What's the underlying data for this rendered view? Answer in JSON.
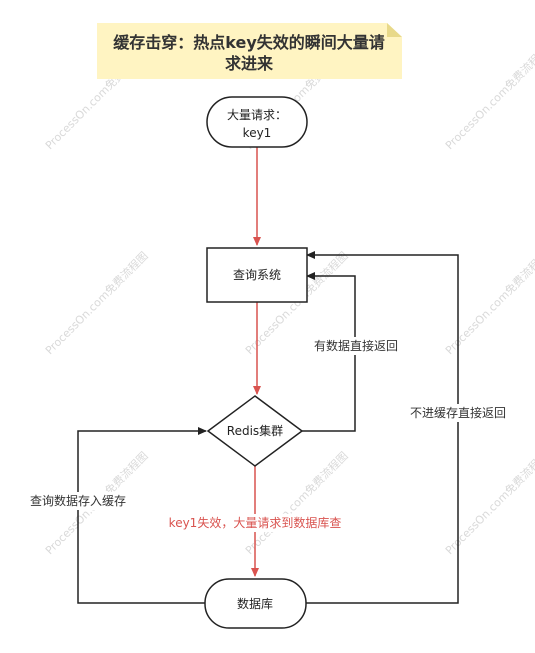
{
  "title": {
    "line1": "缓存击穿：热点key失效的瞬间大量请",
    "line2": "求进来"
  },
  "nodes": {
    "start": {
      "line1": "大量请求：",
      "line2": "key1"
    },
    "query": {
      "label": "查询系统"
    },
    "redis": {
      "label": "Redis集群"
    },
    "db": {
      "label": "数据库"
    }
  },
  "edges": {
    "redis_to_query": "有数据直接返回",
    "db_to_query": "不进缓存直接返回",
    "redis_to_db": "key1失效，大量请求到数据库查",
    "db_to_redis": "查询数据存入缓存"
  },
  "watermark": "ProcessOn.com免费流程图",
  "colors": {
    "note_fill": "#fff4c2",
    "note_fold": "#e8d98a",
    "stroke": "#222222",
    "red_arrow": "#d9534f",
    "gray_arrow": "#222222"
  }
}
